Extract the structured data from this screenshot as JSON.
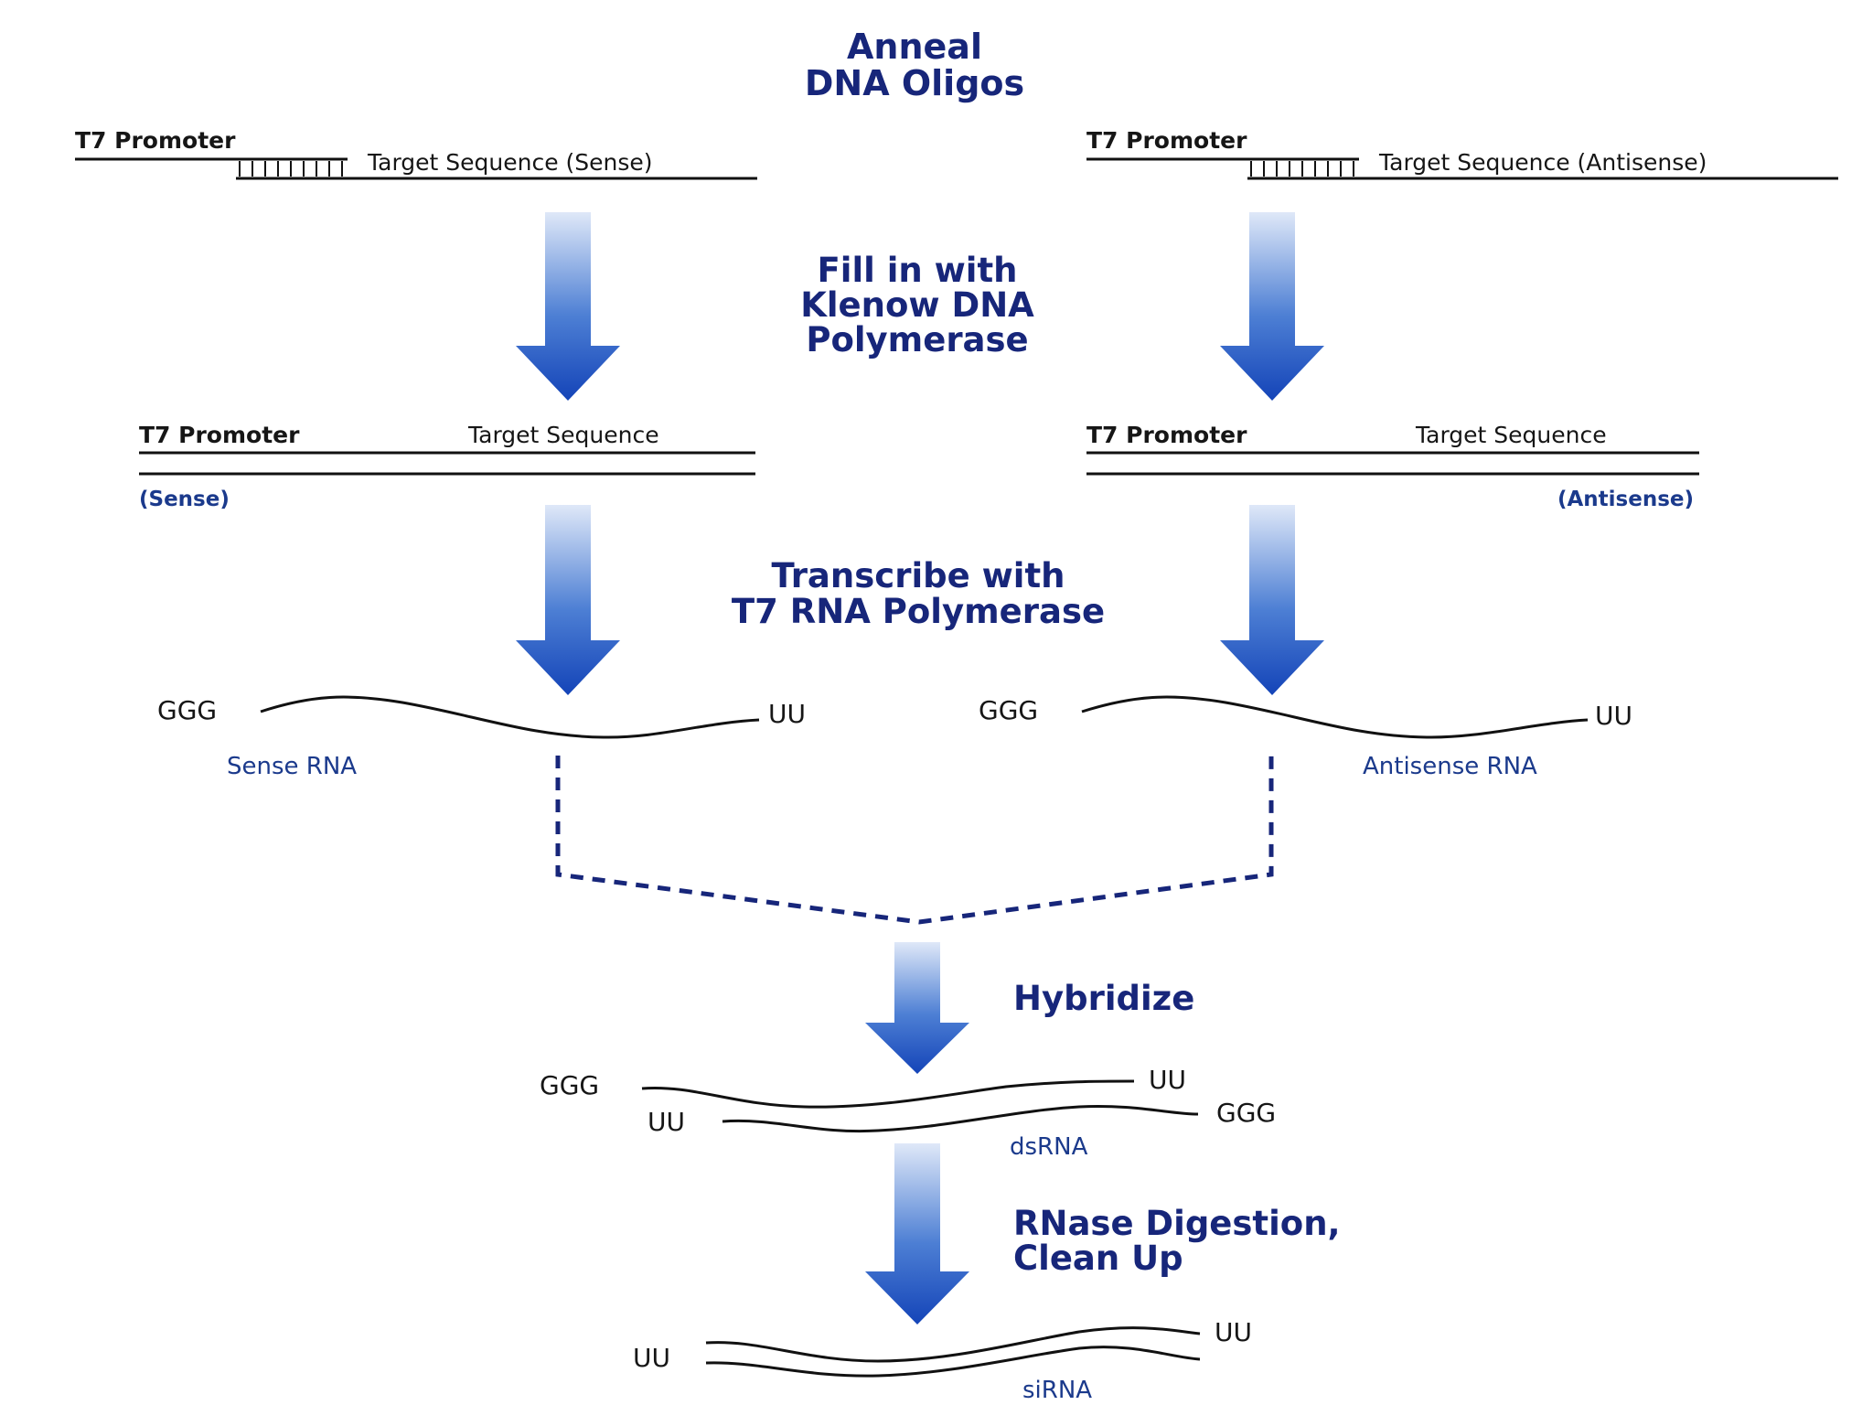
{
  "steps": {
    "anneal": [
      "Anneal",
      "DNA Oligos"
    ],
    "fill": [
      "Fill in with",
      "Klenow DNA",
      "Polymerase"
    ],
    "transcribe": [
      "Transcribe with",
      "T7 RNA Polymerase"
    ],
    "hybridize": "Hybridize",
    "rnase": [
      "RNase Digestion,",
      "Clean Up"
    ]
  },
  "oligos": {
    "left": {
      "promoter": "T7 Promoter",
      "target": "Target Sequence (Sense)"
    },
    "right": {
      "promoter": "T7 Promoter",
      "target": "Target Sequence (Antisense)"
    }
  },
  "dsdna": {
    "left": {
      "promoter": "T7 Promoter",
      "target": "Target Sequence",
      "tag": "(Sense)"
    },
    "right": {
      "promoter": "T7 Promoter",
      "target": "Target Sequence",
      "tag": "(Antisense)"
    }
  },
  "rna": {
    "left": {
      "five_prime": "GGG",
      "three_prime": "UU",
      "name": "Sense RNA"
    },
    "right": {
      "five_prime": "GGG",
      "three_prime": "UU",
      "name": "Antisense RNA"
    }
  },
  "dsrna": {
    "top_five": "GGG",
    "top_three": "UU",
    "bottom_three": "UU",
    "bottom_five": "GGG",
    "name": "dsRNA"
  },
  "sirna": {
    "left_end": "UU",
    "right_end": "UU",
    "name": "siRNA"
  },
  "colors": {
    "step_text": "#17267a",
    "label_blue": "#1b3a8c",
    "arrow_dark": "#1444b8",
    "arrow_light": "#dfe8f8",
    "strand": "#111111"
  }
}
